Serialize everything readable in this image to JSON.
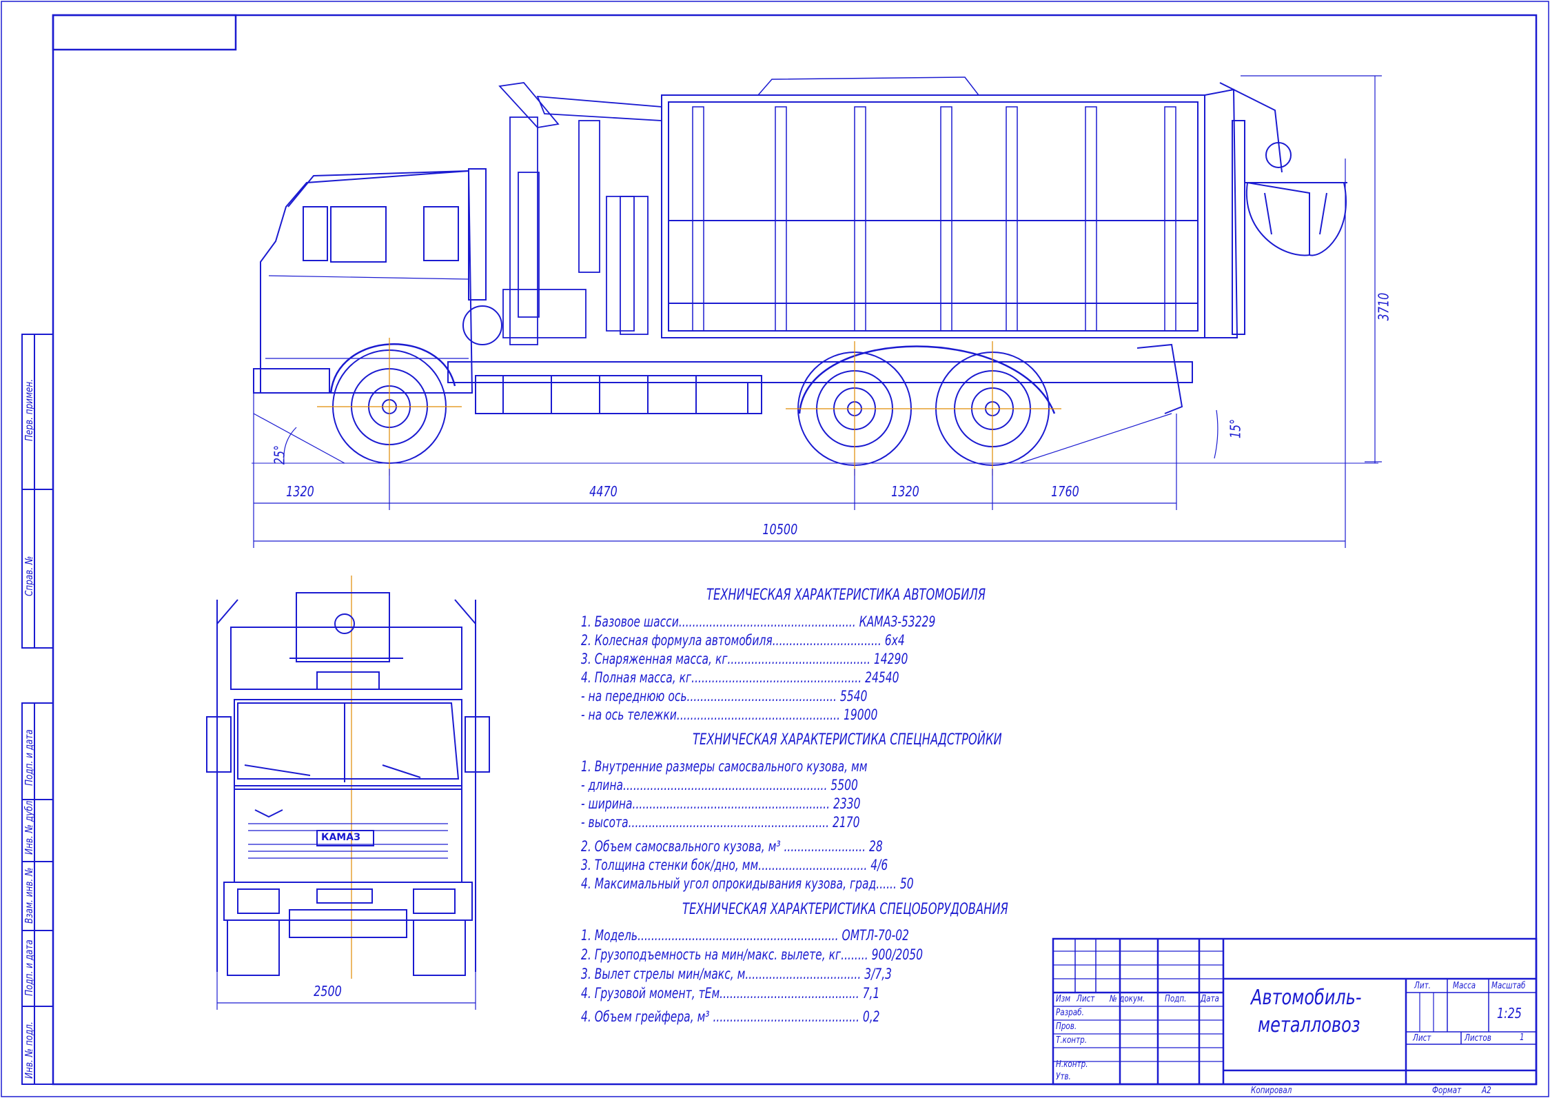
{
  "dimensions": {
    "front_overhang": "1320",
    "wheelbase": "4470",
    "bogie_spacing": "1320",
    "rear_overhang": "1760",
    "overall_length": "10500",
    "overall_height": "3710",
    "front_angle": "25°",
    "rear_angle": "15°",
    "overall_width": "2500"
  },
  "specs": {
    "vehicle": {
      "heading": "ТЕХНИЧЕСКАЯ ХАРАКТЕРИСТИКА АВТОМОБИЛЯ",
      "lines": [
        "1. Базовое шасси.................................................... КАМАЗ-53229",
        "2. Колесная формула автомобиля................................ 6х4",
        "3. Снаряженная масса, кг.......................................... 14290",
        "4. Полная масса, кг.................................................. 24540",
        "   - на переднюю ось............................................ 5540",
        "   - на ось тележки................................................ 19000"
      ]
    },
    "body": {
      "heading": "ТЕХНИЧЕСКАЯ ХАРАКТЕРИСТИКА СПЕЦНАДСТРОЙКИ",
      "lines": [
        "1. Внутренние размеры самосвального кузова, мм",
        "   - длина............................................................ 5500",
        "   - ширина.......................................................... 2330",
        "   - высота........................................................... 2170",
        "2. Объем самосвального кузова, м³ ........................ 28",
        "3. Толщина стенки бок/дно, мм................................ 4/6",
        "4. Максимальный угол опрокидывания кузова, град...... 50"
      ]
    },
    "equipment": {
      "heading": "ТЕХНИЧЕСКАЯ ХАРАКТЕРИСТИКА СПЕЦОБОРУДОВАНИЯ",
      "lines": [
        "1. Модель........................................................... ОМТЛ-70-02",
        "2. Грузоподъемность на мин/макс. вылете, кг........ 900/2050",
        "3. Вылет стрелы мин/макс, м.................................. 3/7,3",
        "4. Грузовой момент, тЕм......................................... 7,1",
        "4. Объем грейфера, м³ ........................................... 0,2"
      ]
    }
  },
  "title_block": {
    "title_line1": "Автомобиль-",
    "title_line2": "металловоз",
    "col_izm": "Изм",
    "col_list": "Лист",
    "col_ndoc": "№ докум.",
    "col_podp": "Подп.",
    "col_data": "Дата",
    "row_razrab": "Разраб.",
    "row_prov": "Пров.",
    "row_tkontr": "Т.контр.",
    "row_nkontr": "Н.контр.",
    "row_utv": "Утв.",
    "lit": "Лит.",
    "massa": "Масса",
    "masshtab": "Масштаб",
    "scale": "1:25",
    "sheet": "Лист",
    "sheets": "Листов",
    "sheets_count": "1",
    "copied": "Копировал",
    "format": "Формат",
    "format_value": "A2"
  },
  "side_stamp": {
    "perv_primen": "Перв. примен.",
    "sprav_no": "Справ. №",
    "podp_data_1": "Подп. и дата",
    "inv_dubl": "Инв. № дубл.",
    "vzam_inv": "Взам. инв. №",
    "podp_data_2": "Подп. и дата",
    "inv_podl": "Инв. № подл."
  },
  "brand_badge": "КАМАЗ",
  "colors": {
    "line": "#1a1ad0",
    "axis": "#e08a00",
    "paper": "#ffffff"
  }
}
